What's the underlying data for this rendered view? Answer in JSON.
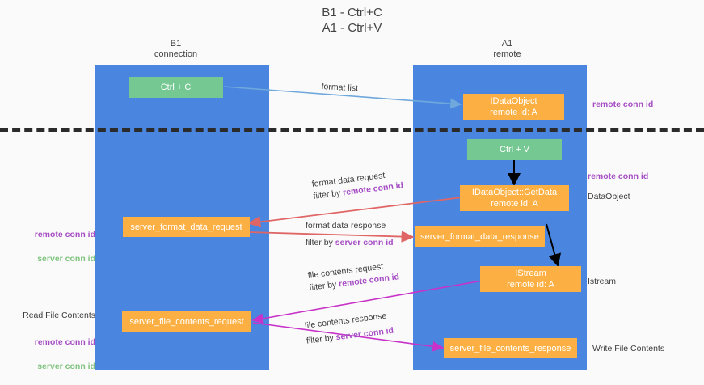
{
  "diagram": {
    "title": "B1 - Ctrl+C\nA1 - Ctrl+V",
    "colors": {
      "lane": "#4a86e0",
      "box_green": "#76c893",
      "box_orange": "#fcb043",
      "arrow_blue": "#6fa8dc",
      "arrow_red": "#e06666",
      "arrow_magenta": "#c832c8",
      "arrow_black": "#000000",
      "highlight_purple": "#a64dc4",
      "highlight_green": "#7fc37f",
      "divider": "#2b2b2b",
      "background": "#fafafa"
    },
    "lanes": [
      {
        "id": "b1",
        "title": "B1\nconnection"
      },
      {
        "id": "a1",
        "title": "A1\nremote"
      }
    ],
    "nodes": [
      {
        "id": "ctrl-c",
        "label": "Ctrl + C",
        "kind": "green"
      },
      {
        "id": "idataobject",
        "label": "IDataObject\nremote id: A",
        "kind": "orange"
      },
      {
        "id": "ctrl-v",
        "label": "Ctrl + V",
        "kind": "green"
      },
      {
        "id": "idataobject-getdata",
        "label": "IDataObject::GetData\nremote id: A",
        "kind": "orange"
      },
      {
        "id": "server-format-data-request",
        "label": "server_format_data_request",
        "kind": "orange"
      },
      {
        "id": "server-format-data-response",
        "label": "server_format_data_response",
        "kind": "orange"
      },
      {
        "id": "istream",
        "label": "IStream\nremote id: A",
        "kind": "orange"
      },
      {
        "id": "server-file-contents-request",
        "label": "server_file_contents_request",
        "kind": "orange"
      },
      {
        "id": "server-file-contents-response",
        "label": "server_file_contents_response",
        "kind": "orange"
      }
    ],
    "edge_labels": [
      {
        "id": "format-list",
        "line1": "format list",
        "line2": "",
        "hl2": ""
      },
      {
        "id": "format-data-request",
        "line1": "format data request",
        "line2": "filter by ",
        "hl2": "remote conn id"
      },
      {
        "id": "format-data-response",
        "line1": "format data response",
        "line2": "filter by ",
        "hl2": "server conn id"
      },
      {
        "id": "file-contents-request",
        "line1": "file contents request",
        "line2": "filter by ",
        "hl2": "remote conn id"
      },
      {
        "id": "file-contents-response",
        "line1": "file contents response",
        "line2": "filter by ",
        "hl2": "server conn id"
      }
    ],
    "side_notes_left": [
      {
        "id": "left-conn-ids",
        "purple": "remote conn id",
        "green": "server conn id",
        "plain": ""
      },
      {
        "id": "read-file-contents",
        "purple": "remote conn id",
        "green": "server conn id",
        "plain": "Read File Contents"
      }
    ],
    "side_notes_right": [
      {
        "id": "right-remote-conn-id-top",
        "purple": "remote conn id",
        "plain": ""
      },
      {
        "id": "right-remote-conn-id-mid",
        "purple": "remote conn id",
        "plain": "DataObject"
      },
      {
        "id": "right-istream",
        "purple": "",
        "plain": "Istream"
      },
      {
        "id": "right-write-file-contents",
        "purple": "",
        "plain": "Write File Contents"
      }
    ]
  }
}
